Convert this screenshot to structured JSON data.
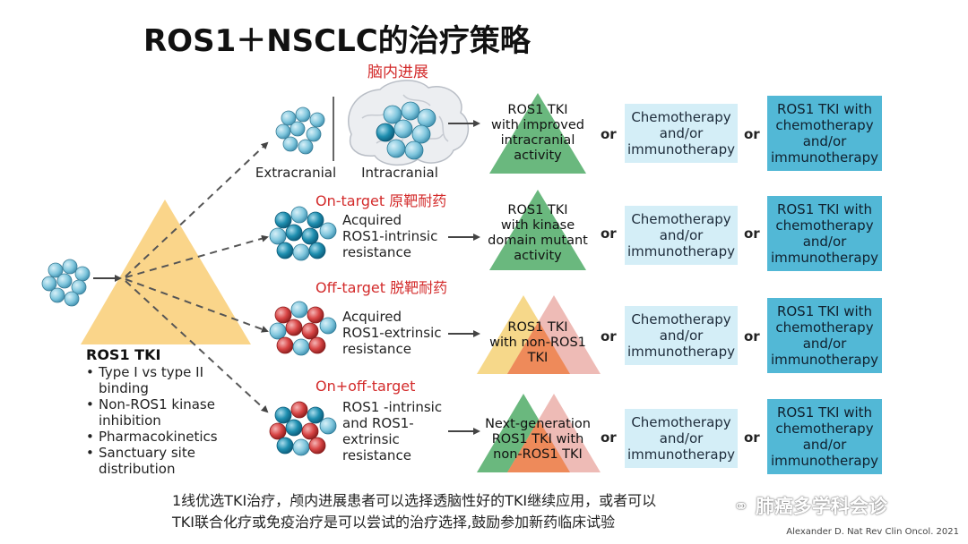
{
  "title": "ROS1＋NSCLC的治疗策略",
  "rows": [
    {
      "header": "脑内进展",
      "sub_left": "Extracranial",
      "sub_right": "Intracranial",
      "triangle_text": "ROS1 TKI\nwith improved\nintracranial\nactivity",
      "chemo": "Chemotherapy\nand/or\nimmunotherapy",
      "combo": "ROS1 TKI with\nchemotherapy\nand/or\nimmunotherapy",
      "or1": "or",
      "or2": "or"
    },
    {
      "header_en": "On-target",
      "header_cn": "原靶耐药",
      "description": "Acquired\nROS1-intrinsic\nresistance",
      "triangle_text": "ROS1 TKI\nwith kinase\ndomain mutant\nactivity",
      "chemo": "Chemotherapy\nand/or\nimmunotherapy",
      "combo": "ROS1 TKI with\nchemotherapy\nand/or\nimmunotherapy",
      "or1": "or",
      "or2": "or"
    },
    {
      "header_en": "Off-target",
      "header_cn": "脱靶耐药",
      "description": "Acquired\nROS1-extrinsic\nresistance",
      "triangle_text": "ROS1 TKI\nwith non-ROS1\nTKI",
      "chemo": "Chemotherapy\nand/or\nimmunotherapy",
      "combo": "ROS1 TKI with\nchemotherapy\nand/or\nimmunotherapy",
      "or1": "or",
      "or2": "or"
    },
    {
      "header_en": "On+off-target",
      "description": "ROS1 -intrinsic\nand ROS1-\nextrinsic\nresistance",
      "triangle_text": "Next-generation\nROS1 TKI with\nnon-ROS1 TKI",
      "chemo": "Chemotherapy\nand/or\nimmunotherapy",
      "combo": "ROS1 TKI with\nchemotherapy\nand/or\nimmunotherapy",
      "or1": "or",
      "or2": "or"
    }
  ],
  "ros1_tki": {
    "title": "ROS1 TKI",
    "items": [
      "Type I vs type II binding",
      "Non-ROS1 kinase inhibition",
      "Pharmacokinetics",
      "Sanctuary site distribution"
    ]
  },
  "caption_line1": "1线优选TKI治疗，颅内进展患者可以选择透脑性好的TKI继续应用，或者可以",
  "caption_line2": "TKI联合化疗或免疫治疗是可以尝试的治疗选择,鼓励参加新药临床试验",
  "source": "Alexander D. Nat Rev Clin Oncol. 2021",
  "watermark": "肺癌多学科会诊",
  "colors": {
    "red_header": "#d32b2b",
    "central_triangle": "#fad58a",
    "green_triangle": "#6ab87e",
    "yellow_triangle": "#f6d88a",
    "orange_triangle": "#ee8a5a",
    "pink_triangle": "#ecb4ae",
    "cell_light": "#7fc6dd",
    "cell_red": "#d84545",
    "cell_teal": "#1f8fb0",
    "chemo_box": "#d4eef7",
    "combo_box": "#52b8d6"
  }
}
